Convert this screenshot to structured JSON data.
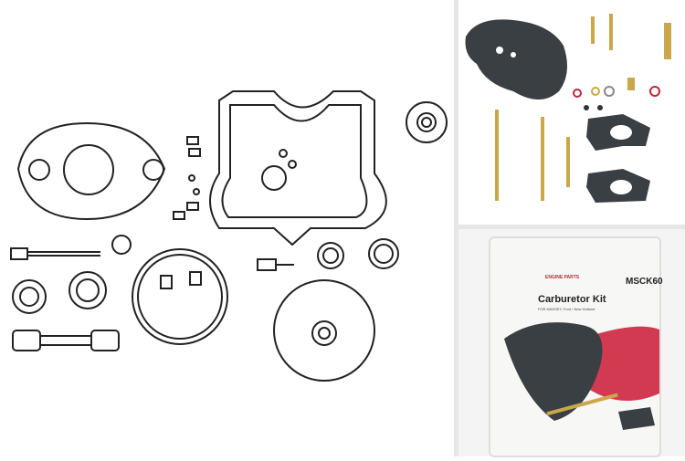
{
  "package": {
    "brand": "ENGINE PARTS",
    "code": "MSCK60",
    "title": "Carburetor Kit",
    "subtitle": "FOR MASSEY, Ford / New Holland"
  },
  "colors": {
    "gasket": "#3a3f44",
    "brass": "#c9a84b",
    "accent": "#c3243a"
  }
}
